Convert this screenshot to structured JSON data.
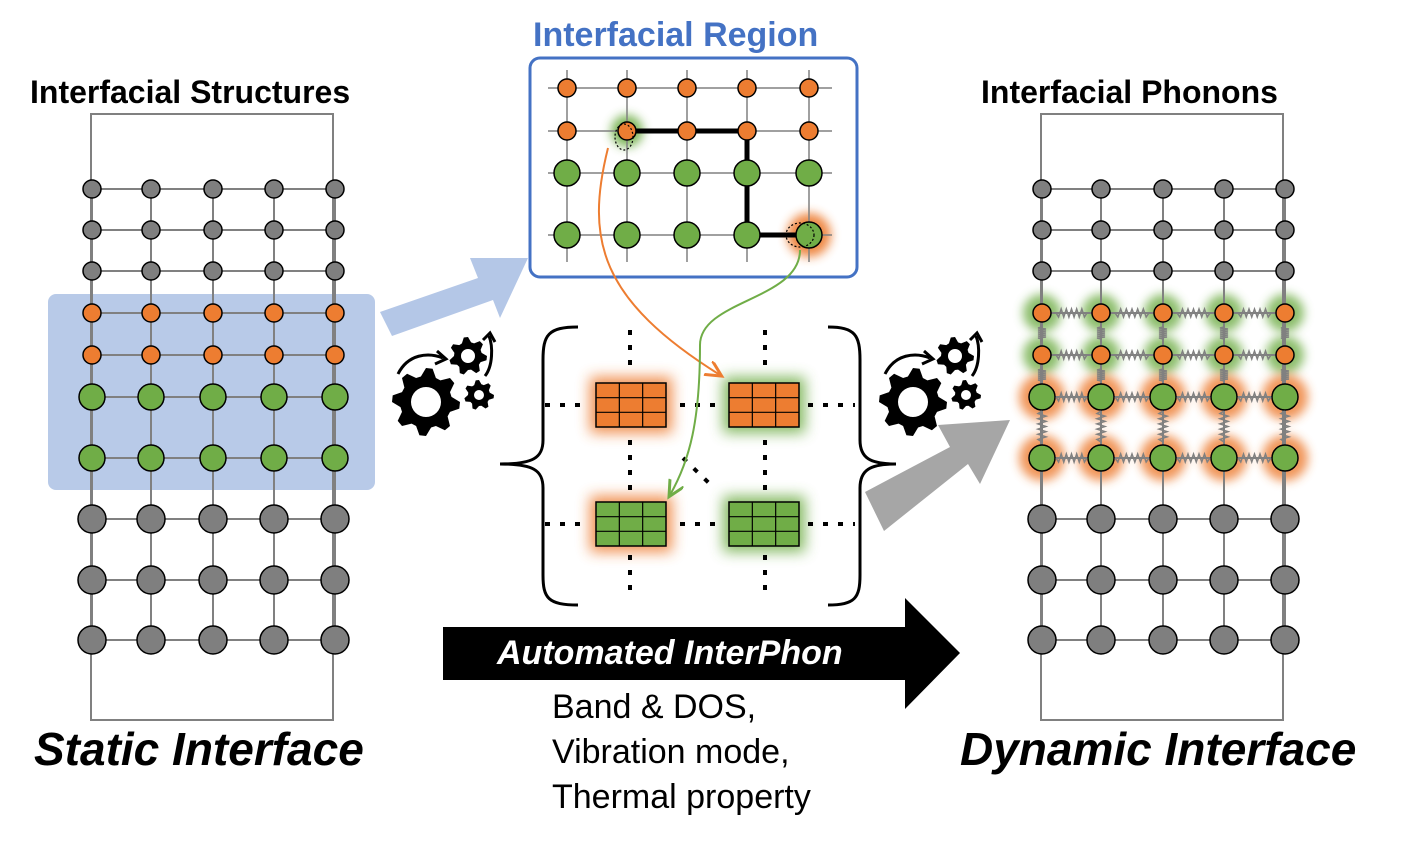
{
  "left_panel": {
    "heading": "Interfacial Structures",
    "caption": "Static Interface"
  },
  "right_panel": {
    "heading": "Interfacial Phonons",
    "caption": "Dynamic Interface"
  },
  "region_panel": {
    "title": "Interfacial Region"
  },
  "workflow": {
    "banner": "Automated InterPhon",
    "outputs": [
      "Band & DOS,",
      "Vibration mode,",
      "Thermal property"
    ]
  },
  "colors": {
    "substrate_atom": "#7f7f7f",
    "layer_orange": "#ed7d31",
    "layer_green": "#70ad47",
    "highlight_blue": "#b4c7e7",
    "region_border": "#4472c4",
    "arrow_gray": "#a6a6a6",
    "arrow_blue": "#b4c7e7",
    "banner_black": "#000000"
  },
  "icons": [
    "gear-cluster-icon",
    "spring-icon",
    "curly-brace-icon",
    "fat-arrow-icon"
  ]
}
